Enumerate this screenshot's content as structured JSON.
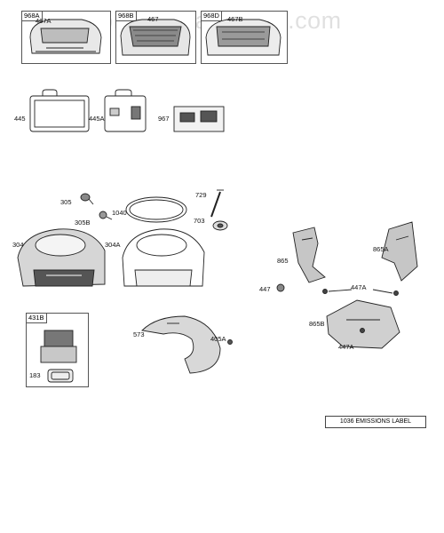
{
  "watermark": "AppliancePartsPros.com",
  "kits": {
    "k968a": "968A",
    "k968b": "968B",
    "k968d": "968D",
    "k431b": "431B"
  },
  "labels": {
    "p467a": "467A",
    "p467": "467",
    "p467b": "467B",
    "p445": "445",
    "p445a": "445A",
    "p967": "967",
    "p305": "305",
    "p305b": "305B",
    "p1040": "1040",
    "p729": "729",
    "p703": "703",
    "p304": "304",
    "p304a": "304A",
    "p865": "865",
    "p865a": "865A",
    "p447": "447",
    "p447a_top": "447A",
    "p865b": "865B",
    "p447a_bot": "447A",
    "p573": "573",
    "p405a": "405A",
    "p183": "183"
  },
  "emissions_label": "1036 EMISSIONS LABEL"
}
